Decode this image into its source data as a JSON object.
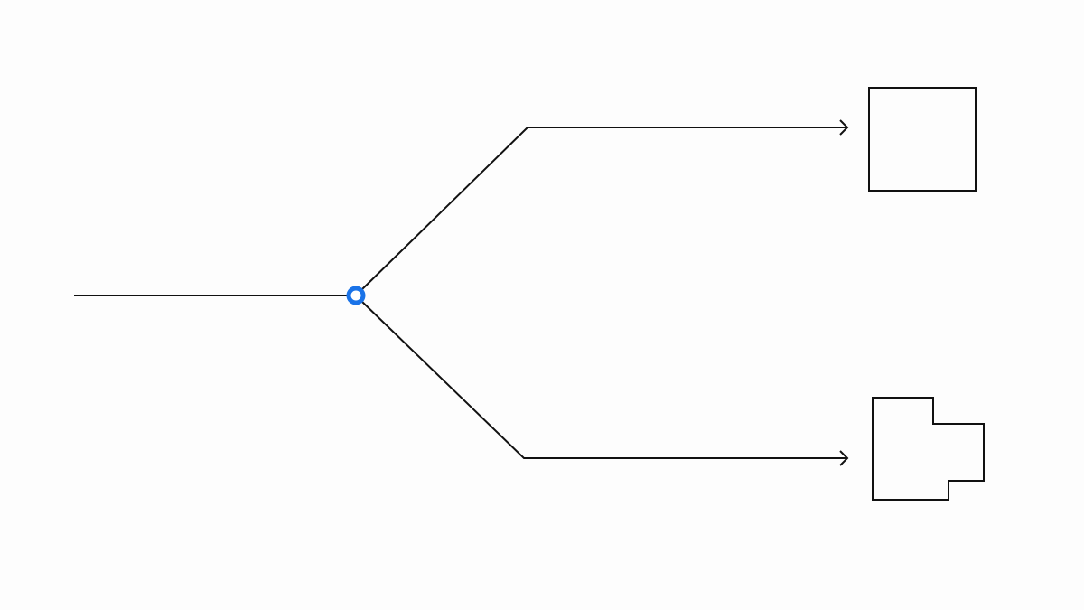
{
  "diagram": {
    "type": "branching-flow",
    "background_color": "#fdfdfd",
    "line_color": "#111111",
    "accent_color": "#1a73e8",
    "node": {
      "icon": "branch-point-ring-icon",
      "color": "#1a73e8"
    },
    "branches": [
      {
        "name": "upper",
        "target_shape": "square",
        "target_icon": "square-outline-icon"
      },
      {
        "name": "lower",
        "target_shape": "notched-polygon",
        "target_icon": "notched-polygon-outline-icon"
      }
    ]
  }
}
